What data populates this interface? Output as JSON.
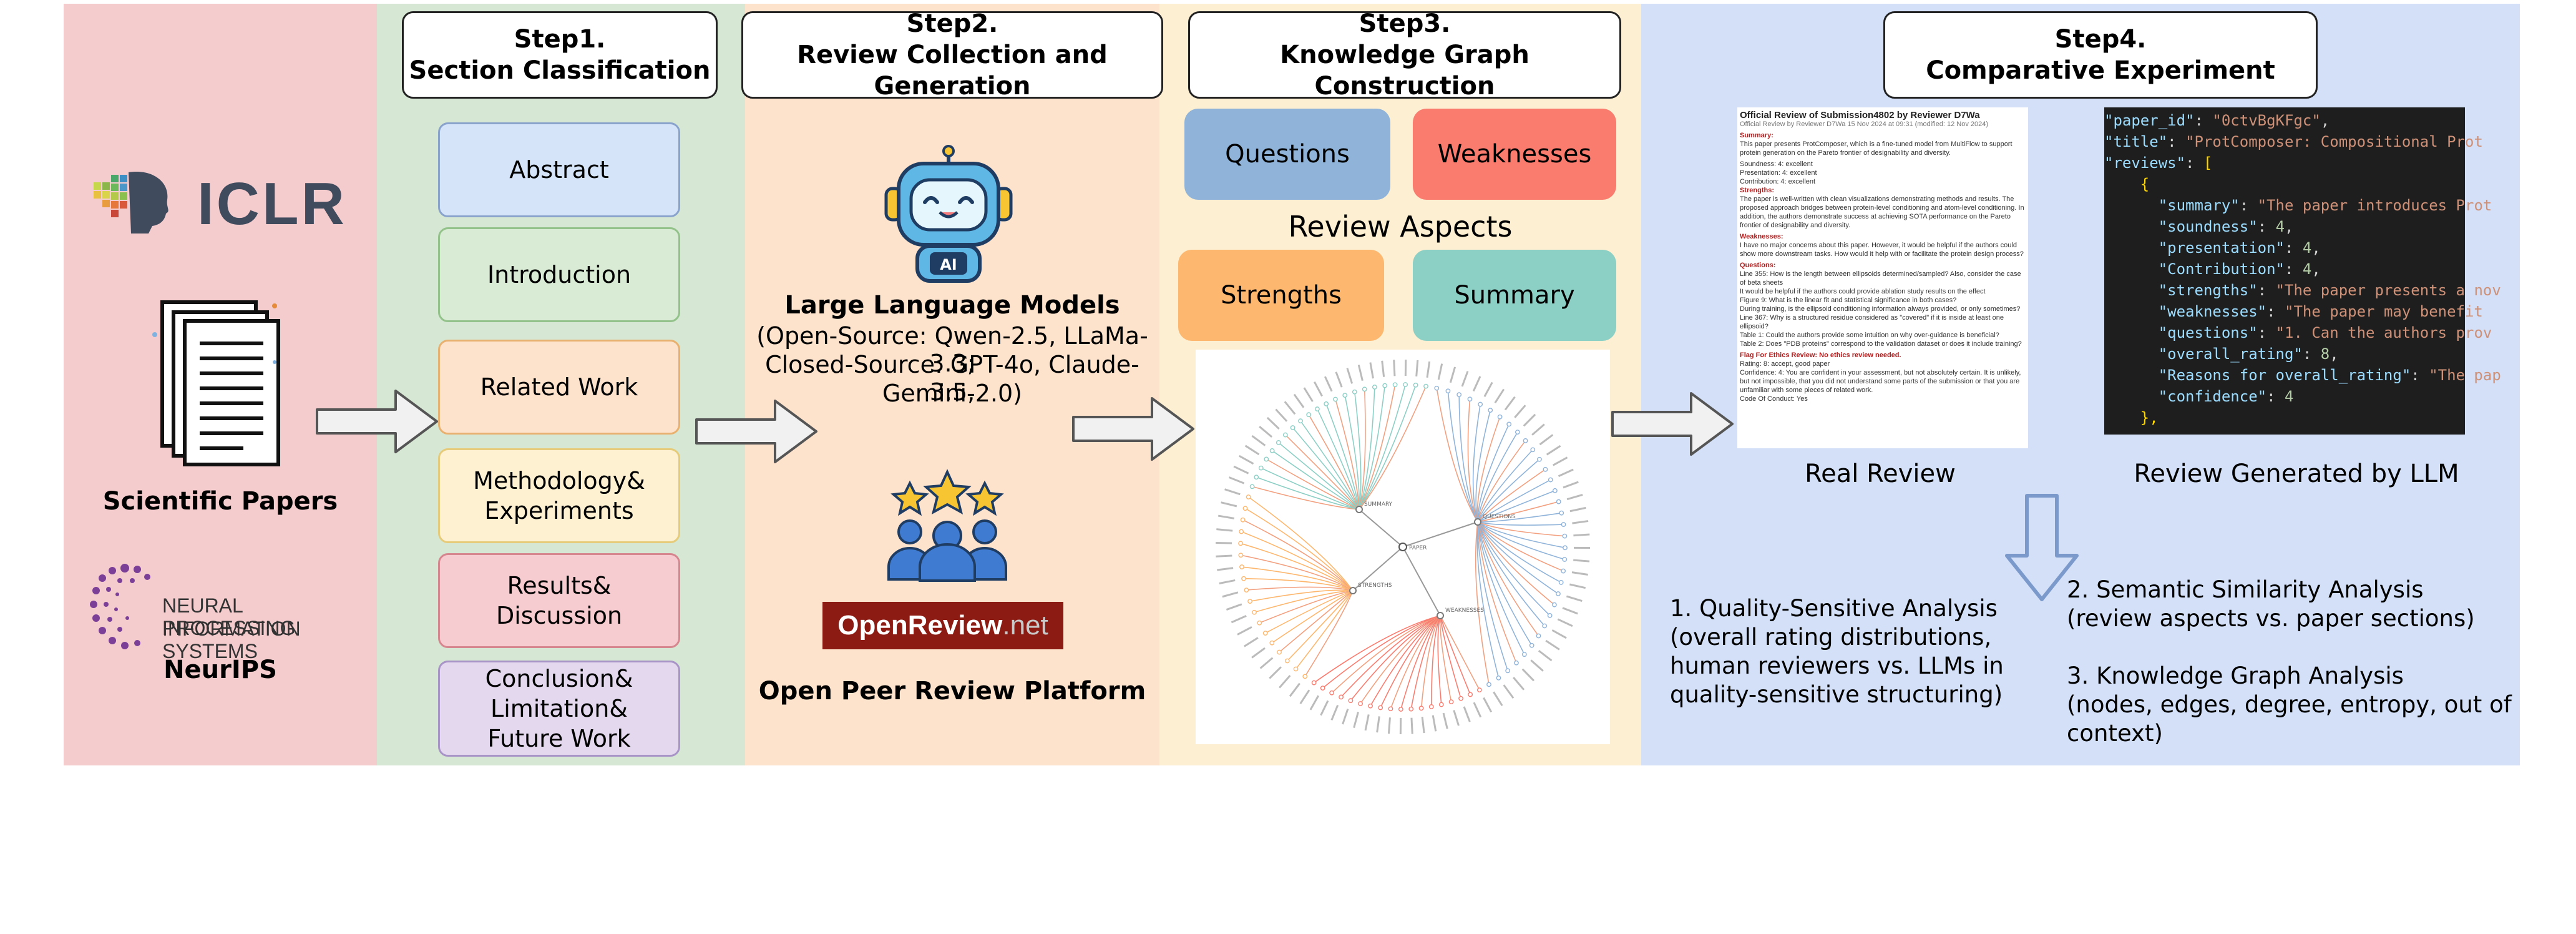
{
  "panel0": {
    "iclr_text": "ICLR",
    "papers_label": "Scientific Papers",
    "neurips_line1": "NEURAL INFORMATION",
    "neurips_line2": "PROCESSING SYSTEMS",
    "neurips_label": "NeurIPS"
  },
  "step1": {
    "line1": "Step1.",
    "line2": "Section Classification",
    "sections": [
      {
        "label": "Abstract",
        "bg": "#d5e4f8",
        "border": "#8aa3cc"
      },
      {
        "label": "Introduction",
        "bg": "#d9ebd4",
        "border": "#93c28a"
      },
      {
        "label": "Related Work",
        "bg": "#fde2cc",
        "border": "#e9b16f"
      },
      {
        "label": "Methodology&\nExperiments",
        "bg": "#fdf1d2",
        "border": "#e5cb7a"
      },
      {
        "label": "Results&\nDiscussion",
        "bg": "#f6ccd0",
        "border": "#d6868f"
      },
      {
        "label": "Conclusion&\nLimitation&\nFuture Work",
        "bg": "#e3d8ee",
        "border": "#a994c7"
      }
    ]
  },
  "step2": {
    "line1": "Step2.",
    "line2": "Review Collection and Generation",
    "llm_title": "Large Language Models",
    "llm_line1": "(Open-Source: Qwen-2.5, LLaMa-3.3;",
    "llm_line2": "Closed-Source: GPT-4o, Claude-3.5,",
    "llm_line3": "Gemini-2.0)",
    "ai_badge": "AI",
    "openreview_main": "OpenReview",
    "openreview_suffix": ".net",
    "platform_label": "Open Peer Review Platform"
  },
  "step3": {
    "line1": "Step3.",
    "line2": "Knowledge Graph Construction",
    "aspects": [
      {
        "label": "Questions",
        "color": "#8fb3d9"
      },
      {
        "label": "Weaknesses",
        "color": "#f97c6f"
      },
      {
        "label": "Strengths",
        "color": "#fdb76e"
      },
      {
        "label": "Summary",
        "color": "#8ccfc5"
      }
    ],
    "aspects_title": "Review Aspects"
  },
  "step4": {
    "line1": "Step4.",
    "line2": "Comparative Experiment",
    "real_review_label": "Real Review",
    "generated_label": "Review Generated by LLM",
    "analysis1_line1": "1. Quality-Sensitive Analysis",
    "analysis1_line2": "(overall rating distributions,",
    "analysis1_line3": "human reviewers vs. LLMs in",
    "analysis1_line4": "quality-sensitive structuring)",
    "analysis2_line1": "2. Semantic Similarity Analysis",
    "analysis2_line2": "(review aspects vs. paper sections)",
    "analysis3_line1": "3. Knowledge Graph Analysis",
    "analysis3_line2": "(nodes, edges, degree, entropy, out of",
    "analysis3_line3": "context)"
  },
  "real_review": {
    "title": "Official Review of Submission4802 by Reviewer D7Wa",
    "meta": "Official Review  by Reviewer D7Wa   15 Nov 2024 at 09:31 (modified: 12 Nov 2024)",
    "summary_label": "Summary:",
    "summary_text": "This paper presents ProtComposer, which is a fine-tuned model from MultiFlow to support protein generation on the Pareto frontier of designability and diversity.",
    "soundness": "Soundness: 4: excellent",
    "presentation": "Presentation: 4: excellent",
    "contribution": "Contribution: 4: excellent",
    "strengths_label": "Strengths:",
    "strengths_text": "The paper is well-written with clean visualizations demonstrating methods and results. The proposed approach bridges between protein-level conditioning and atom-level conditioning. In addition, the authors demonstrate success at achieving SOTA performance on the Pareto frontier of designability and diversity.",
    "weaknesses_label": "Weaknesses:",
    "weaknesses_text": "I have no major concerns about this paper. However, it would be helpful if the authors could show more downstream tasks. How would it help with or facilitate the protein design process?",
    "questions_label": "Questions:",
    "q1": "Line 355: How is the length between ellipsoids determined/sampled? Also, consider the case of beta sheets",
    "q2": "It would be helpful if the authors could provide ablation study results on the effect",
    "q3": "Figure 9: What is the linear fit and statistical significance in both cases?",
    "q4": "During training, is the ellipsoid conditioning information always provided, or only sometimes?",
    "q5": "Line 367: Why is a structured residue considered as \"covered\" if it is inside at least one ellipsoid?",
    "q6": "Table 1: Could the authors provide some intuition on why over-guidance is beneficial?",
    "q7": "Table 2: Does \"PDB proteins\" correspond to the validation dataset or does it include training?",
    "flag": "Flag For Ethics Review: No ethics review needed.",
    "rating": "Rating: 8: accept, good paper",
    "confidence": "Confidence: 4: You are confident in your assessment, but not absolutely certain. It is unlikely, but not impossible, that you did not understand some parts of the submission or that you are unfamiliar with some pieces of related work.",
    "conduct": "Code Of Conduct: Yes"
  },
  "generated_review": {
    "l1k": "\"paper_id\"",
    "l1v": "\"0ctvBgKFgc\"",
    "l2k": "\"title\"",
    "l2v": "\"ProtComposer: Compositional Prot",
    "l3k": "\"reviews\"",
    "l4": "{",
    "l5k": "\"summary\"",
    "l5v": "\"The paper introduces Prot",
    "l6k": "\"soundness\"",
    "l6v": "4",
    "l7k": "\"presentation\"",
    "l7v": "4",
    "l8k": "\"Contribution\"",
    "l8v": "4",
    "l9k": "\"strengths\"",
    "l9v": "\"The paper presents a nov",
    "l10k": "\"weaknesses\"",
    "l10v": "\"The paper may benefit",
    "l11k": "\"questions\"",
    "l11v": "\"1. Can the authors prov",
    "l12k": "\"overall_rating\"",
    "l12v": "8",
    "l13k": "\"Reasons for overall_rating\"",
    "l13v": "\"The pap",
    "l14k": "\"confidence\"",
    "l14v": "4",
    "l15": "},"
  },
  "kg_labels": [
    "QUESTIONS",
    "WEAKNESSES",
    "STRENGTHS",
    "SUMMARY",
    "PAPER"
  ]
}
